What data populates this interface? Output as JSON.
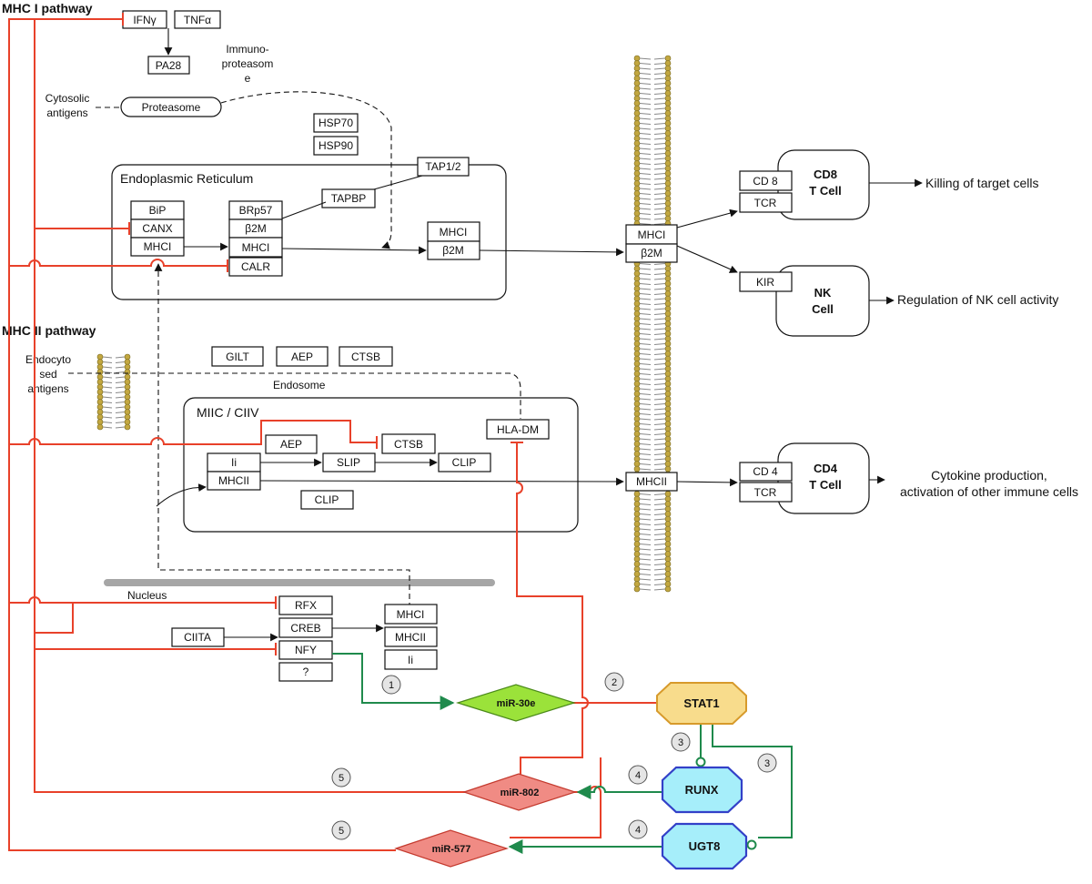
{
  "headers": {
    "mhc1_pathway": "MHC I pathway",
    "mhc2_pathway": "MHC II pathway"
  },
  "top_boxes": {
    "ifng": "IFNγ",
    "tnfa": "TNFα",
    "pa28": "PA28",
    "hsp70": "HSP70",
    "hsp90": "HSP90",
    "tap": "TAP1/2",
    "tapbp": "TAPBP"
  },
  "texts": {
    "immuno_1": "Immuno-",
    "immuno_2": "proteasom",
    "immuno_3": "e",
    "cyto_1": "Cytosolic",
    "cyto_2": "antigens",
    "proteasome": "Proteasome",
    "endo_1": "Endocyto",
    "endo_2": "sed",
    "endo_3": "antigens",
    "endosome": "Endosome",
    "nucleus": "Nucleus"
  },
  "er": {
    "title": "Endoplasmic Reticulum",
    "col1": [
      "BiP",
      "CANX",
      "MHCI"
    ],
    "col2": [
      "BRp57",
      "β2M",
      "MHCI",
      "CALR"
    ],
    "complex": [
      "MHCI",
      "β2M"
    ]
  },
  "proteases": [
    "GILT",
    "AEP",
    "CTSB"
  ],
  "miic": {
    "title": "MIIC / CIIV",
    "aep": "AEP",
    "ctsb": "CTSB",
    "hladm": "HLA-DM",
    "ii": "Ii",
    "mhcii": "MHCII",
    "slip": "SLIP",
    "clip_right": "CLIP",
    "clip_bottom": "CLIP"
  },
  "membrane": {
    "mhc1": [
      "MHCI",
      "β2M"
    ],
    "mhc2": "MHCII"
  },
  "cells": {
    "cd8": {
      "line1": "CD8",
      "line2": "T Cell",
      "receptors": [
        "CD 8",
        "TCR"
      ],
      "output": "Killing of target cells"
    },
    "nk": {
      "line1": "NK",
      "line2": "Cell",
      "receptors": [
        "KIR"
      ],
      "output": "Regulation of NK cell activity"
    },
    "cd4": {
      "line1": "CD4",
      "line2": "T Cell",
      "receptors": [
        "CD 4",
        "TCR"
      ],
      "output_1": "Cytokine production,",
      "output_2": "activation of other immune cells"
    }
  },
  "nucleus_factors": {
    "col1": [
      "RFX",
      "CREB",
      "NFY",
      "?"
    ],
    "genes": [
      "MHCI",
      "MHCII",
      "Ii"
    ],
    "ciita": "CIITA"
  },
  "regulators": {
    "mir30e": "miR-30e",
    "mir802": "miR-802",
    "mir577": "miR-577",
    "stat1": "STAT1",
    "runx": "RUNX",
    "ugt8": "UGT8"
  },
  "step_numbers": [
    "1",
    "2",
    "3",
    "3",
    "4",
    "4",
    "5",
    "5"
  ],
  "colors": {
    "inhibition_red": "#e8412a",
    "activation_green": "#1f8a4c",
    "mir30e_fill": "#9be23a",
    "mir_red_fill": "#f08b84",
    "stat1_fill": "#f8dc8c",
    "tf_blue_fill": "#a6eefa",
    "tf_blue_stroke": "#3340c8",
    "membrane_head": "#c2a740"
  }
}
